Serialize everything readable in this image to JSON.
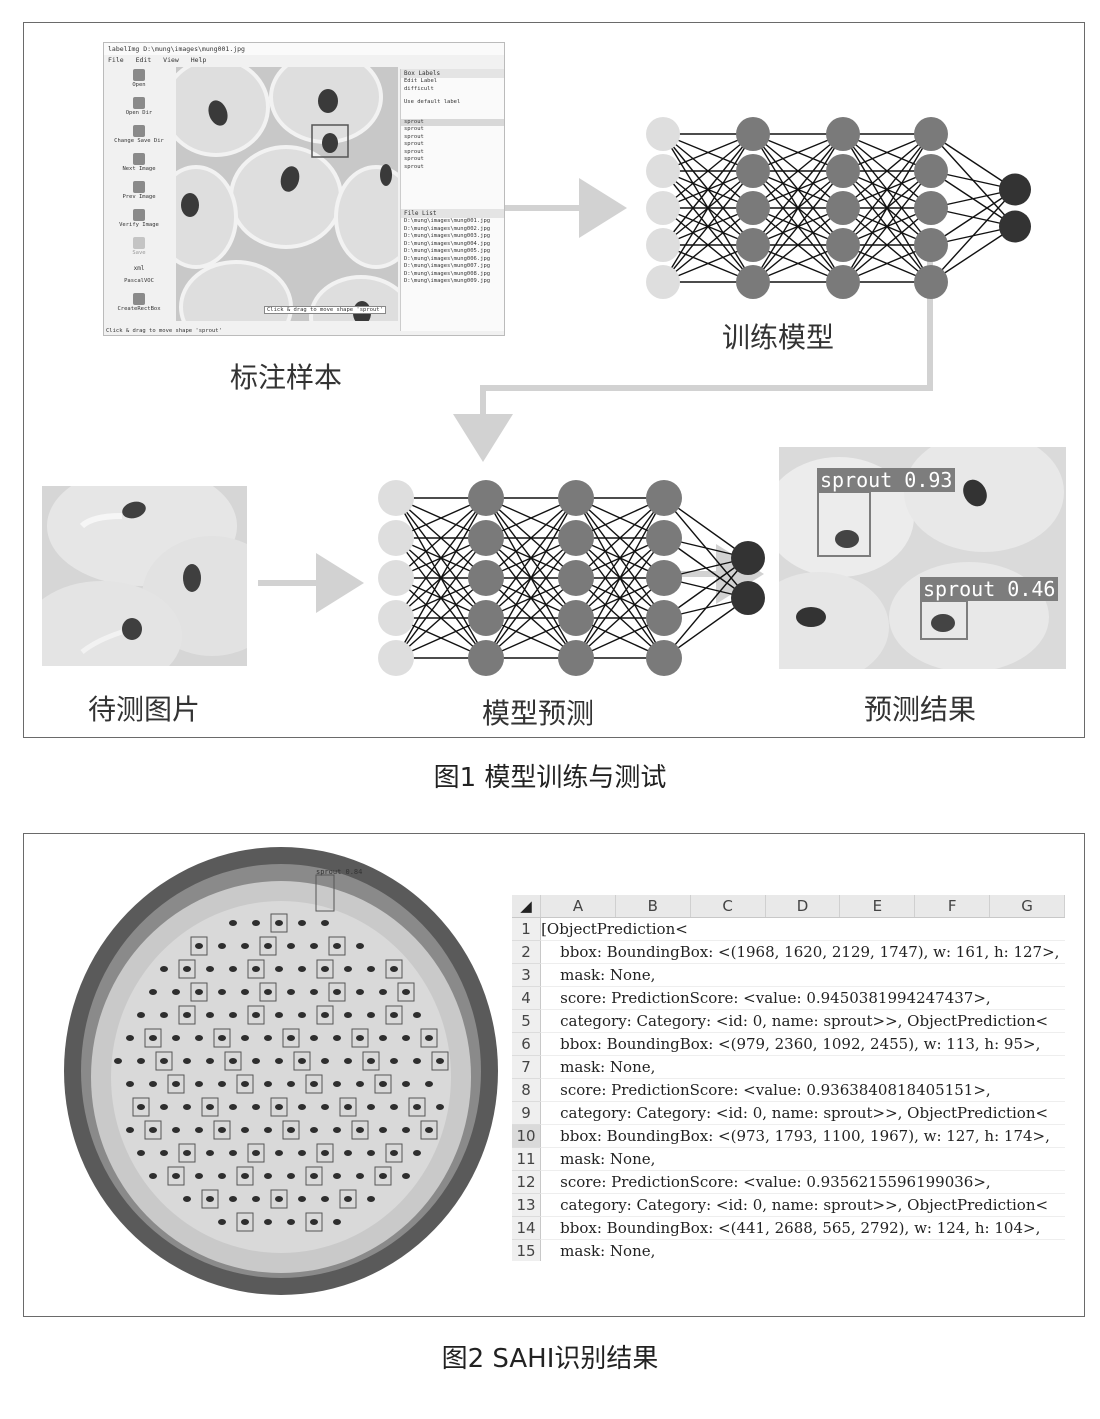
{
  "figure1": {
    "caption": "图1  模型训练与测试",
    "labels": {
      "annotate": "标注样本",
      "train": "训练模型",
      "test_image": "待测图片",
      "predict": "模型预测",
      "result": "预测结果"
    },
    "labelimg": {
      "title": "labelImg D:\\mung\\images\\mung001.jpg",
      "menu": [
        "File",
        "Edit",
        "View",
        "Help"
      ],
      "tools": [
        "Open",
        "Open Dir",
        "Change Save Dir",
        "Next Image",
        "Prev Image",
        "Verify Image",
        "Save",
        "PascalVOC",
        "CreateRectBox"
      ],
      "box_labels_header": "Box Labels",
      "edit_label": "Edit Label",
      "difficult": "difficult",
      "use_default_label": "Use default label",
      "labels": [
        "sprout",
        "sprout",
        "sprout",
        "sprout",
        "sprout",
        "sprout",
        "sprout"
      ],
      "file_list_header": "File List",
      "files": [
        "D:\\mung\\images\\mung001.jpg",
        "D:\\mung\\images\\mung002.jpg",
        "D:\\mung\\images\\mung003.jpg",
        "D:\\mung\\images\\mung004.jpg",
        "D:\\mung\\images\\mung005.jpg",
        "D:\\mung\\images\\mung006.jpg",
        "D:\\mung\\images\\mung007.jpg",
        "D:\\mung\\images\\mung008.jpg",
        "D:\\mung\\images\\mung009.jpg"
      ],
      "status": "Click & drag to move shape 'sprout'",
      "tooltip": "Click & drag to move shape 'sprout'"
    },
    "detections": [
      {
        "label": "sprout 0.93"
      },
      {
        "label": "sprout 0.46"
      }
    ],
    "colors": {
      "light_node": "#dedede",
      "mid_node": "#7a7a7a",
      "dark_node": "#333333",
      "arrow": "#d2d2d2"
    }
  },
  "figure2": {
    "caption": "图2  SAHI识别结果",
    "dish_top_label": "sprout 0.84",
    "sheet": {
      "columns": [
        "A",
        "B",
        "C",
        "D",
        "E",
        "F",
        "G"
      ],
      "active_row": "10",
      "rows": [
        {
          "n": "1",
          "text": "[ObjectPrediction<"
        },
        {
          "n": "2",
          "text": "    bbox: BoundingBox: <(1968, 1620, 2129, 1747), w: 161, h: 127>,"
        },
        {
          "n": "3",
          "text": "    mask: None,"
        },
        {
          "n": "4",
          "text": "    score: PredictionScore: <value: 0.9450381994247437>,"
        },
        {
          "n": "5",
          "text": "    category: Category: <id: 0, name: sprout>>, ObjectPrediction<"
        },
        {
          "n": "6",
          "text": "    bbox: BoundingBox: <(979, 2360, 1092, 2455), w: 113, h: 95>,"
        },
        {
          "n": "7",
          "text": "    mask: None,"
        },
        {
          "n": "8",
          "text": "    score: PredictionScore: <value: 0.9363840818405151>,"
        },
        {
          "n": "9",
          "text": "    category: Category: <id: 0, name: sprout>>, ObjectPrediction<"
        },
        {
          "n": "10",
          "text": "    bbox: BoundingBox: <(973, 1793, 1100, 1967), w: 127, h: 174>,"
        },
        {
          "n": "11",
          "text": "    mask: None,"
        },
        {
          "n": "12",
          "text": "    score: PredictionScore: <value: 0.9356215596199036>,"
        },
        {
          "n": "13",
          "text": "    category: Category: <id: 0, name: sprout>>, ObjectPrediction<"
        },
        {
          "n": "14",
          "text": "    bbox: BoundingBox: <(441, 2688, 565, 2792), w: 124, h: 104>,"
        },
        {
          "n": "15",
          "text": "    mask: None,"
        }
      ]
    }
  }
}
